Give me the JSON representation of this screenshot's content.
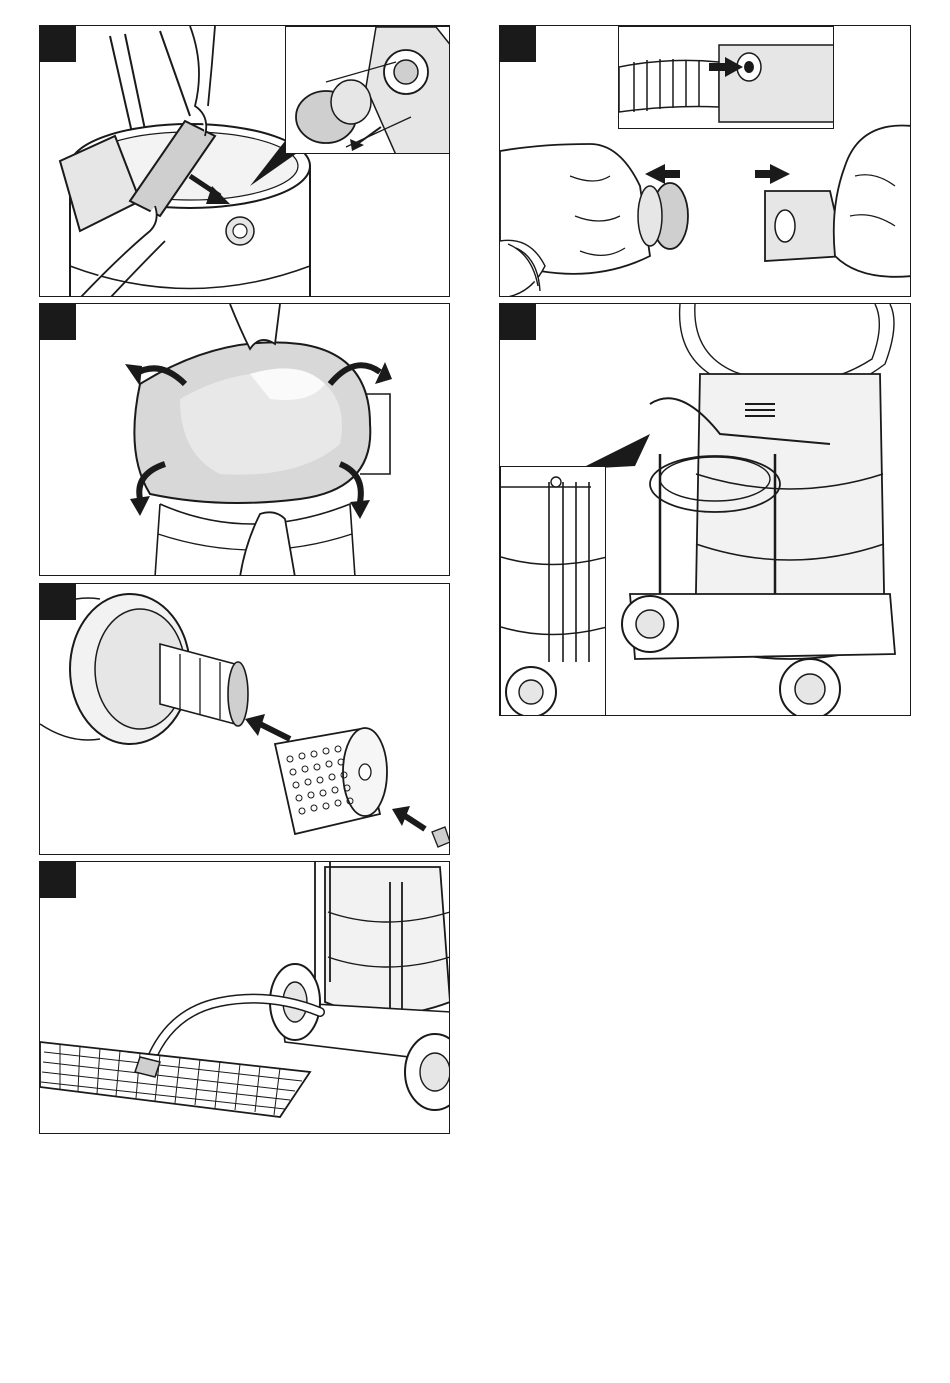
{
  "page": {
    "kind": "instruction-illustrations",
    "panel_count": 6,
    "has_text": false
  },
  "colors": {
    "line": "#1a1a1a",
    "fill_light": "#e6e6e6",
    "fill_mid": "#cfcfcf",
    "background": "#ffffff"
  },
  "panels": [
    {
      "id": "panel-a",
      "depicts": "filter-bag-insertion",
      "has_inset": true
    },
    {
      "id": "panel-b",
      "depicts": "hose-connection",
      "has_inset": true
    },
    {
      "id": "panel-c",
      "depicts": "cloth-filter-fitting",
      "has_inset": false
    },
    {
      "id": "panel-d",
      "depicts": "hose-and-accessory-storage",
      "has_inset": true
    },
    {
      "id": "panel-e",
      "depicts": "cartridge-filter-mounting",
      "has_inset": false
    },
    {
      "id": "panel-f",
      "depicts": "vacuuming-grid-floor",
      "has_inset": false
    }
  ]
}
